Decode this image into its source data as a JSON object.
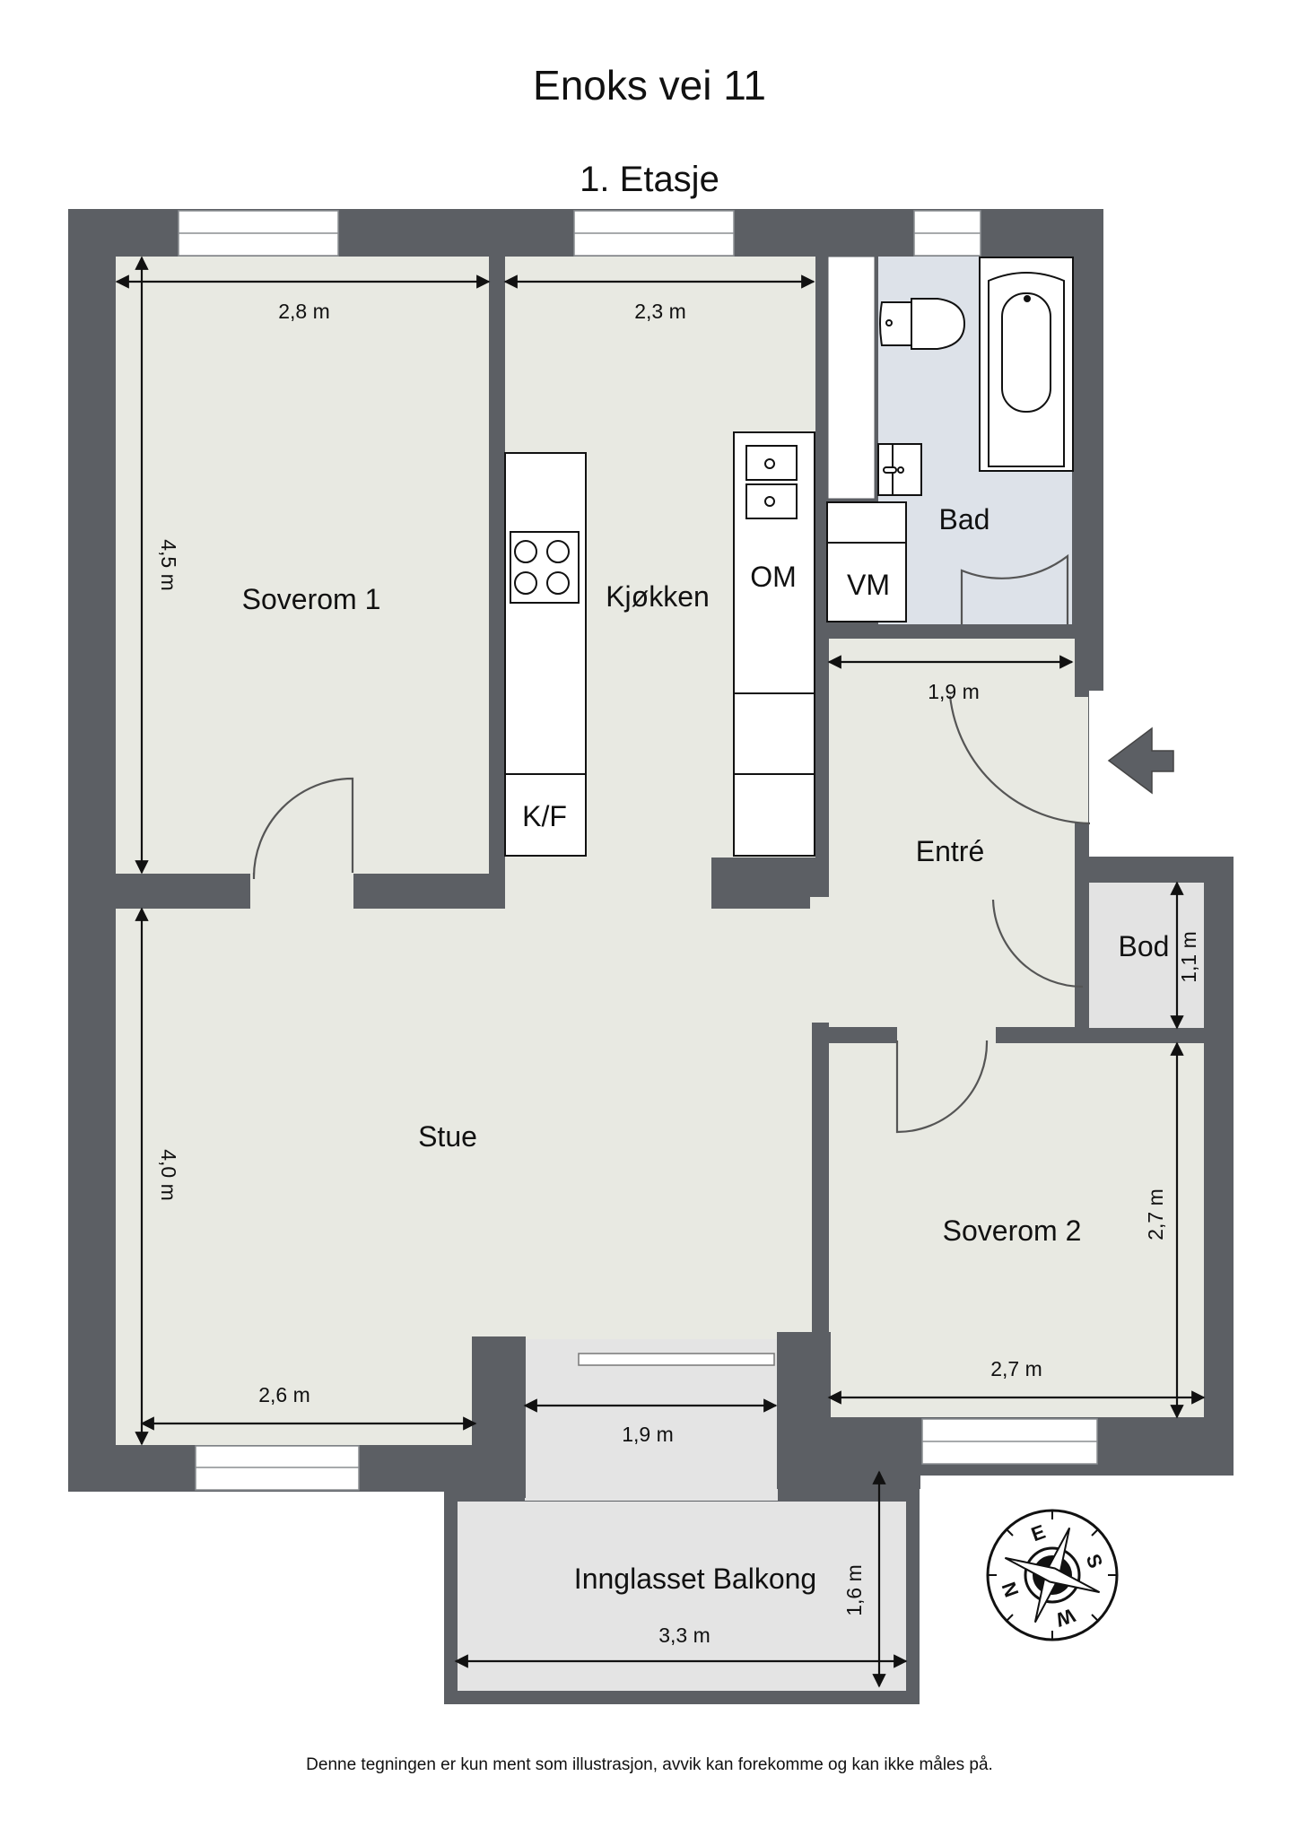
{
  "header": {
    "title": "Enoks vei 11",
    "floor": "1. Etasje"
  },
  "rooms": {
    "soverom1": {
      "name": "Soverom 1",
      "width": "2,8 m",
      "length": "4,5 m"
    },
    "kjokken": {
      "name": "Kjøkken",
      "width": "2,3 m"
    },
    "bad": {
      "name": "Bad"
    },
    "entre": {
      "name": "Entré",
      "width": "1,9 m"
    },
    "bod": {
      "name": "Bod",
      "length": "1,1 m"
    },
    "stue": {
      "name": "Stue",
      "width": "2,6 m",
      "length": "4,0 m"
    },
    "soverom2": {
      "name": "Soverom 2",
      "width": "2,7 m",
      "length": "2,7 m"
    },
    "balkong": {
      "name": "Inngl asset Balkong",
      "opening": "1,9 m",
      "width": "3,3 m",
      "length": "1,6 m"
    }
  },
  "fixtures": {
    "fridge_freezer": "K/F",
    "dishwasher": "OM",
    "washing_machine": "VM"
  },
  "compass": {
    "n": "N",
    "e": "E",
    "s": "S",
    "w": "W"
  },
  "colors": {
    "wall": "#5c5f64",
    "floor": "#e8e9e2",
    "bath_floor": "#dde2e9",
    "storage_floor": "#e3e3e3",
    "balcony_floor": "#e4e4e4"
  },
  "footer": {
    "disclaimer": "Denne tegningen er kun ment som illustrasjon, avvik kan forekomme og kan ikke måles på."
  }
}
